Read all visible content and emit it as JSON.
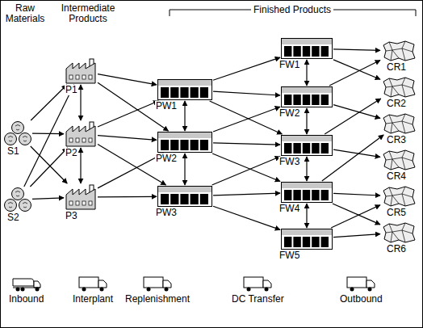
{
  "diagram": {
    "nodes": [
      {
        "text": [
          "S1"
        ]
      },
      {
        "text": [
          "S2"
        ]
      },
      {
        "text": [
          "P1"
        ]
      },
      {
        "text": [
          "P2"
        ]
      },
      {
        "text": [
          "P3"
        ]
      },
      {
        "text": [
          "PW1"
        ]
      },
      {
        "text": [
          "PW2"
        ]
      },
      {
        "text": [
          "PW3"
        ]
      },
      {
        "text": [
          "FW1"
        ]
      },
      {
        "text": [
          "FW2"
        ]
      },
      {
        "text": [
          "FW3"
        ]
      },
      {
        "text": [
          "FW4"
        ]
      },
      {
        "text": [
          "FW5"
        ]
      },
      {
        "text": [
          "CR1"
        ]
      },
      {
        "text": [
          "CR2"
        ]
      },
      {
        "text": [
          "CR3"
        ]
      },
      {
        "text": [
          "CR4"
        ]
      },
      {
        "text": [
          "CR5"
        ]
      },
      {
        "text": [
          "CR6"
        ]
      }
    ],
    "edges": [
      {
        "from": 0,
        "to": 2,
        "arrow": "to"
      },
      {
        "from": 0,
        "to": 3,
        "arrow": "to"
      },
      {
        "from": 0,
        "to": 4,
        "arrow": "to"
      },
      {
        "from": 1,
        "to": 2,
        "arrow": "to"
      },
      {
        "from": 1,
        "to": 3,
        "arrow": "to"
      },
      {
        "from": 1,
        "to": 4,
        "arrow": "to"
      },
      {
        "from": 2,
        "to": 3,
        "arrow": "both"
      },
      {
        "from": 3,
        "to": 4,
        "arrow": "both"
      },
      {
        "from": 2,
        "to": 5,
        "arrow": "to"
      },
      {
        "from": 2,
        "to": 6,
        "arrow": "to"
      },
      {
        "from": 3,
        "to": 5,
        "arrow": "to"
      },
      {
        "from": 3,
        "to": 6,
        "arrow": "to"
      },
      {
        "from": 3,
        "to": 7,
        "arrow": "to"
      },
      {
        "from": 4,
        "to": 6,
        "arrow": "to"
      },
      {
        "from": 4,
        "to": 7,
        "arrow": "to"
      },
      {
        "from": 5,
        "to": 6,
        "arrow": "both"
      },
      {
        "from": 6,
        "to": 7,
        "arrow": "both"
      },
      {
        "from": 5,
        "to": 8,
        "arrow": "to"
      },
      {
        "from": 5,
        "to": 9,
        "arrow": "to"
      },
      {
        "from": 5,
        "to": 10,
        "arrow": "to"
      },
      {
        "from": 6,
        "to": 9,
        "arrow": "to"
      },
      {
        "from": 6,
        "to": 10,
        "arrow": "to"
      },
      {
        "from": 6,
        "to": 11,
        "arrow": "to"
      },
      {
        "from": 7,
        "to": 10,
        "arrow": "to"
      },
      {
        "from": 7,
        "to": 11,
        "arrow": "to"
      },
      {
        "from": 7,
        "to": 12,
        "arrow": "to"
      },
      {
        "from": 8,
        "to": 9,
        "arrow": "both"
      },
      {
        "from": 9,
        "to": 10,
        "arrow": "both"
      },
      {
        "from": 10,
        "to": 11,
        "arrow": "both"
      },
      {
        "from": 11,
        "to": 12,
        "arrow": "both"
      },
      {
        "from": 8,
        "to": 13,
        "arrow": "to"
      },
      {
        "from": 8,
        "to": 14,
        "arrow": "to"
      },
      {
        "from": 9,
        "to": 13,
        "arrow": "to"
      },
      {
        "from": 9,
        "to": 15,
        "arrow": "to"
      },
      {
        "from": 10,
        "to": 14,
        "arrow": "to"
      },
      {
        "from": 10,
        "to": 16,
        "arrow": "to"
      },
      {
        "from": 11,
        "to": 15,
        "arrow": "to"
      },
      {
        "from": 11,
        "to": 17,
        "arrow": "to"
      },
      {
        "from": 11,
        "to": 18,
        "arrow": "to"
      },
      {
        "from": 12,
        "to": 17,
        "arrow": "to"
      },
      {
        "from": 12,
        "to": 18,
        "arrow": "to"
      }
    ],
    "labels": [
      "Raw Materials",
      "Intermediate Products",
      "Finished Products"
    ],
    "legend": [
      {
        "text": "Inbound"
      },
      {
        "text": "Interplant"
      },
      {
        "text": "Replenishment"
      },
      {
        "text": "DC Transfer"
      },
      {
        "text": "Outbound"
      }
    ]
  }
}
